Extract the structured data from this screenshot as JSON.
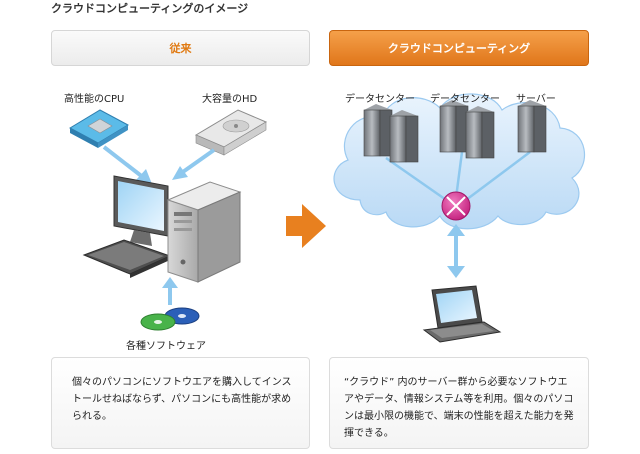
{
  "title": "クラウドコンピューティングのイメージ",
  "left": {
    "header": "従来",
    "labels": {
      "cpu": "高性能のCPU",
      "hdd": "大容量のHD",
      "software": "各種ソフトウェア"
    },
    "description": "個々のパソコンにソフトウエアを購入してインストールせねばならず、パソコンにも高性能が求められる。"
  },
  "right": {
    "header": "クラウドコンピューティング",
    "labels": {
      "datacenter1": "データセンター",
      "datacenter2": "データセンター",
      "server": "サーバー"
    },
    "description": "“クラウド” 内のサーバー群から必要なソフトウエアやデータ、情報システム等を利用。個々のパソコンは最小限の機能で、端末の性能を超えた能力を発揮できる。"
  },
  "colors": {
    "accent_orange": "#e8801f",
    "arrow_blue": "#8ec8ee",
    "cloud_blue": "#cfe6fb",
    "hub_magenta": "#d6308f"
  }
}
